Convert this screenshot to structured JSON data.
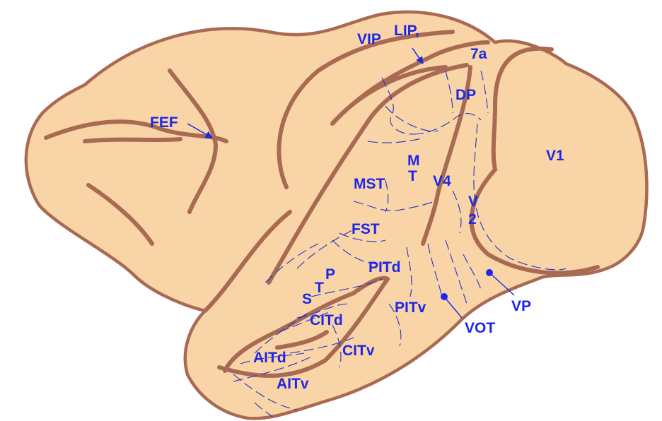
{
  "colors": {
    "cortex_fill": "#f9d4a6",
    "sulcus_stroke": "#a86a52",
    "label": "#1c27e8",
    "border": "#2131cf"
  },
  "labels": {
    "fef": "FEF",
    "vip": "VIP",
    "lip": "LIP,",
    "a7": "7a",
    "dp": "DP",
    "v1": "V1",
    "m": "M",
    "t": "T",
    "mst": "MST",
    "v4": "V4",
    "v2_v": "V",
    "v2_2": "2",
    "fst": "FST",
    "pitd": "PITd",
    "stp_s": "S",
    "stp_t": "T",
    "stp_p": "P",
    "pitv": "PITv",
    "vot": "VOT",
    "vp": "VP",
    "citd": "CITd",
    "citv": "CITv",
    "aitd": "AITd",
    "aitv": "AITv"
  }
}
